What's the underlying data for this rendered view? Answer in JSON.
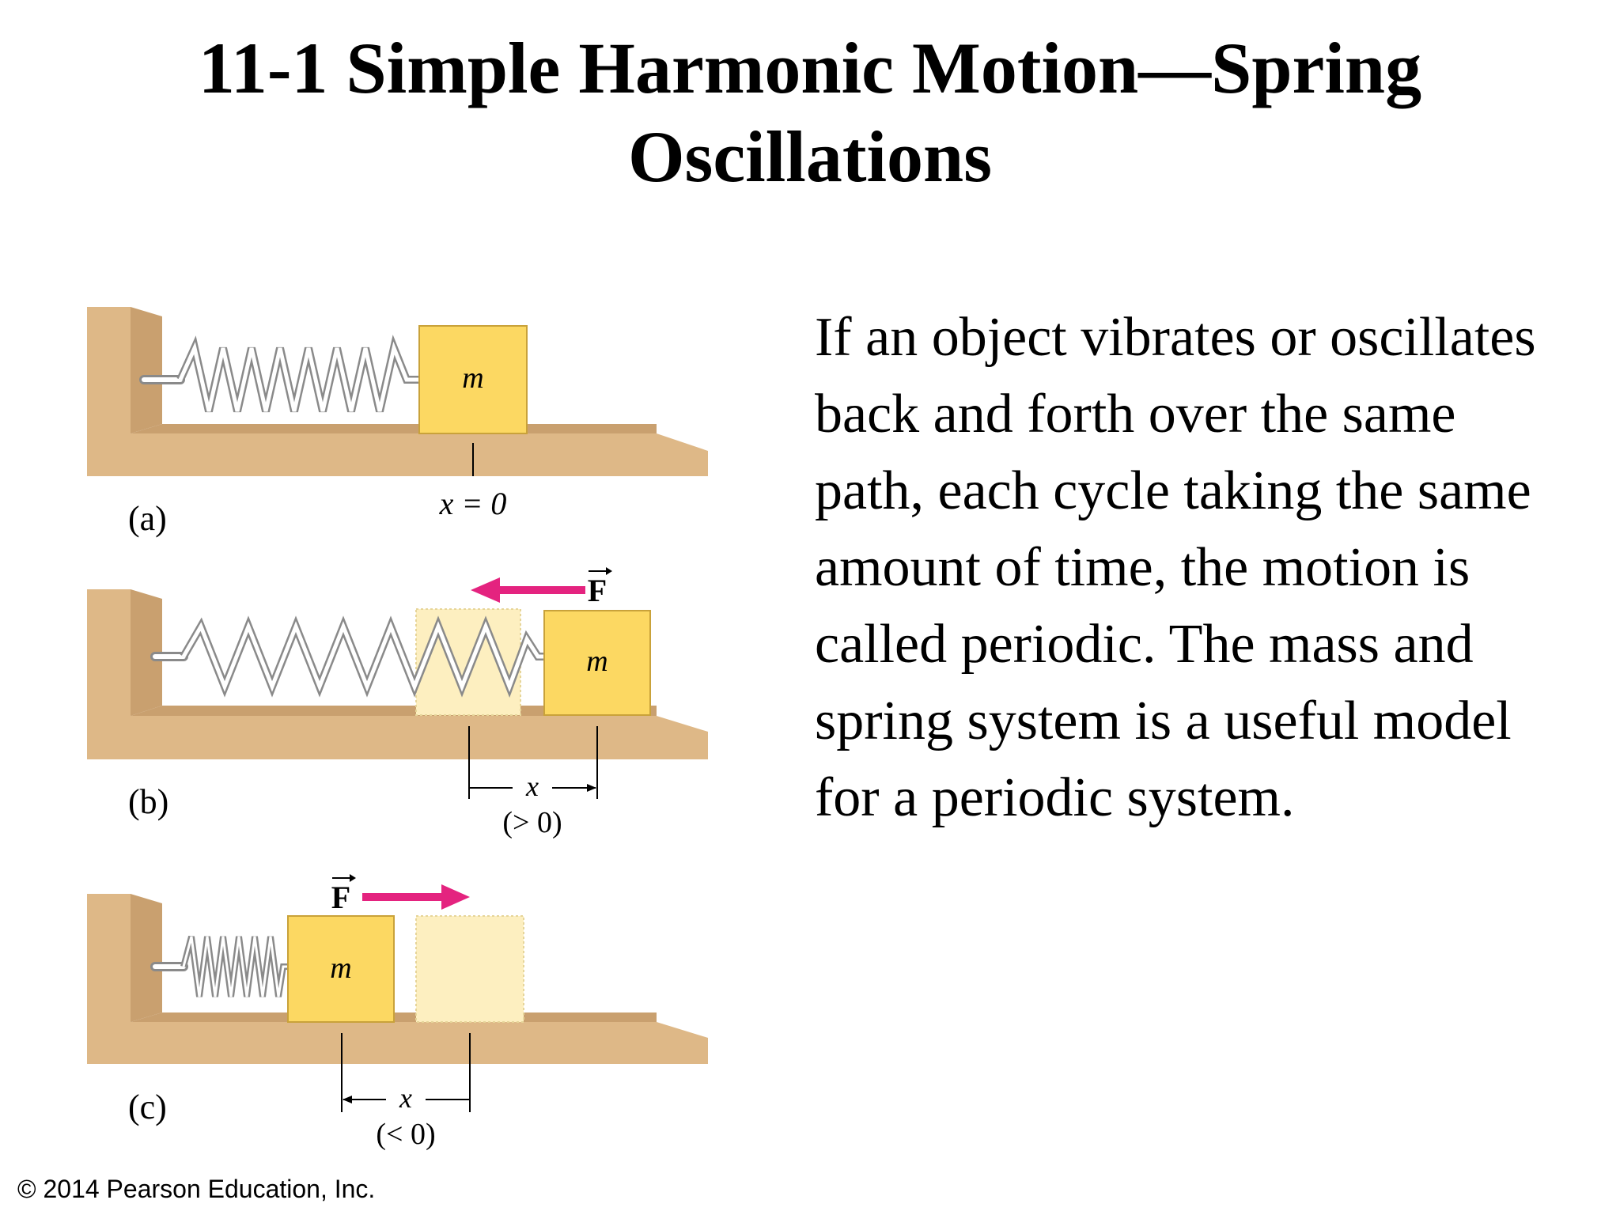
{
  "slide": {
    "title_line1": "11-1 Simple Harmonic Motion—Spring",
    "title_line2": "Oscillations",
    "body": "If an object vibrates or oscillates back and forth over the same path, each cycle taking the same amount of time, the motion is called periodic. The mass and spring system is a useful model for a periodic system.",
    "copyright": "© 2014 Pearson Education, Inc."
  },
  "figure": {
    "colors": {
      "floor": "#deb887",
      "wall_shade": "#c9a06f",
      "mass": "#fcd862",
      "mass_ghost": "#fdefc0",
      "force_arrow": "#e4237f",
      "spring": "#8a8a8a"
    },
    "panel_a": {
      "label": "(a)",
      "mass_label": "m",
      "position_label": "x = 0"
    },
    "panel_b": {
      "label": "(b)",
      "mass_label": "m",
      "force_label": "F",
      "displacement_label": "x",
      "condition_label": "(> 0)"
    },
    "panel_c": {
      "label": "(c)",
      "mass_label": "m",
      "force_label": "F",
      "displacement_label": "x",
      "condition_label": "(< 0)"
    }
  }
}
